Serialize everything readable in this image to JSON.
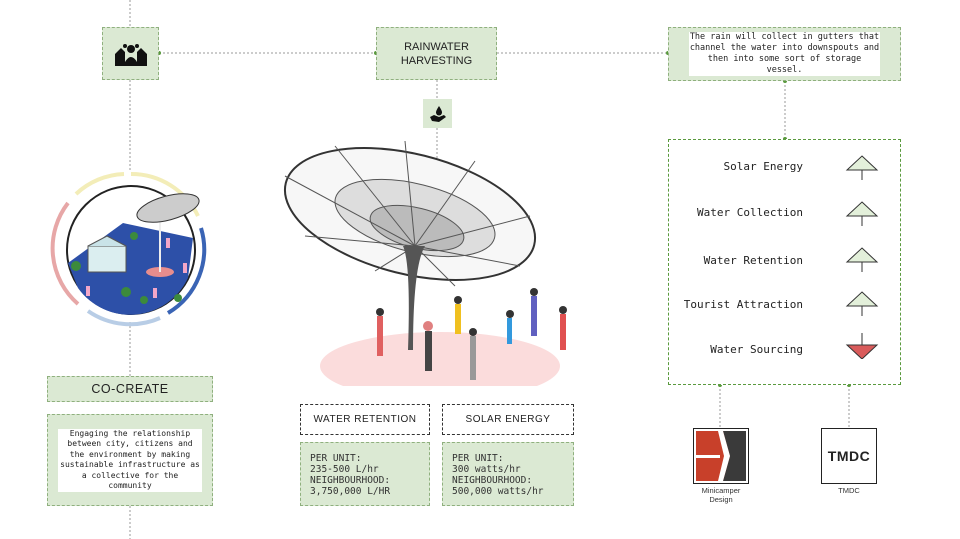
{
  "header": {
    "title": "RAINWATER\nHARVESTING"
  },
  "description": "The rain will collect in gutters that channel the water into downspouts and then into some sort of storage vessel.",
  "cocreate": {
    "title": "CO-CREATE",
    "text": "Engaging the relationship between city, citizens and the environment by making sustainable infrastructure as a collective for the community"
  },
  "stats": {
    "water_retention": {
      "title": "WATER RETENTION",
      "per_unit_label": "PER UNIT:",
      "per_unit_value": "235-500 L/hr",
      "neighbourhood_label": "NEIGHBOURHOOD:",
      "neighbourhood_value": "3,750,000 L/HR"
    },
    "solar_energy": {
      "title": "SOLAR ENERGY",
      "per_unit_label": "PER UNIT:",
      "per_unit_value": "300 watts/hr",
      "neighbourhood_label": "NEIGHBOURHOOD:",
      "neighbourhood_value": "500,000 watts/hr"
    }
  },
  "benefits": [
    {
      "label": "Solar Energy",
      "direction": "up"
    },
    {
      "label": "Water Collection",
      "direction": "up"
    },
    {
      "label": "Water Retention",
      "direction": "up"
    },
    {
      "label": "Tourist Attraction",
      "direction": "up"
    },
    {
      "label": "Water Sourcing",
      "direction": "down"
    }
  ],
  "logos": {
    "minicamper": {
      "caption": "Minicamper\nDesign"
    },
    "tmdc": {
      "mark": "TMDC",
      "caption": "TMDC"
    }
  },
  "icons": {
    "community": "community-hands-icon",
    "water": "hand-water-drop-icon"
  },
  "colors": {
    "box_green": "#dbe9d3",
    "border_green": "#8fb07e",
    "arrow_up": "#e3f0da",
    "arrow_down": "#d95b5b",
    "logo_red": "#c8402a",
    "logo_dark": "#3a3a3a"
  }
}
